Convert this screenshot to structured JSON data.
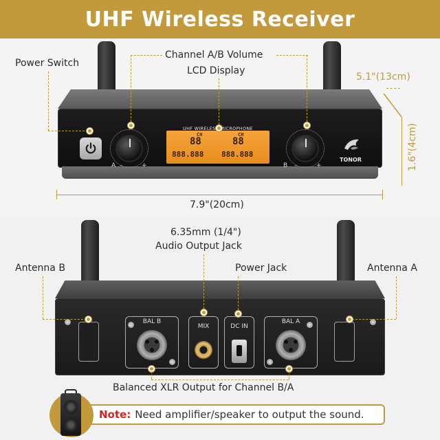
{
  "banner": {
    "title": "UHF Wireless Receiver"
  },
  "front": {
    "callouts": {
      "power_switch": "Power Switch",
      "volume": "Channel A/B Volume",
      "lcd": "LCD Display"
    },
    "dimensions": {
      "depth": "5.1\"(13cm)",
      "height": "1.6\"(4cm)",
      "width": "7.9\"(20cm)"
    },
    "lcd_caption": "UHF WIRELESS MICROPHONE",
    "lcd_channel_a": "88",
    "lcd_channel_b": "88",
    "lcd_freq_a": "888.888",
    "lcd_freq_b": "888.888",
    "lcd_ch_label": "CH",
    "knob_a_label": "A",
    "knob_b_label": "B",
    "minus": "–",
    "plus": "+",
    "brand": "TONOR"
  },
  "back": {
    "callouts": {
      "audio_jack": "6.35mm (1/4\")",
      "audio_jack_line2": "Audio Output Jack",
      "power_jack": "Power Jack",
      "antenna_b": "Antenna B",
      "antenna_a": "Antenna A",
      "xlr": "Balanced XLR Output for Channel B/A"
    },
    "ports": {
      "bal_b": "BAL B",
      "mix": "MIX",
      "dc_in": "DC IN",
      "bal_a": "BAL A"
    }
  },
  "note": {
    "label": "Note:",
    "text": "Need amplifier/speaker to output the sound."
  },
  "colors": {
    "accent": "#c29a3c",
    "note_red": "#d6251c",
    "lcd": "#f5a43a"
  }
}
